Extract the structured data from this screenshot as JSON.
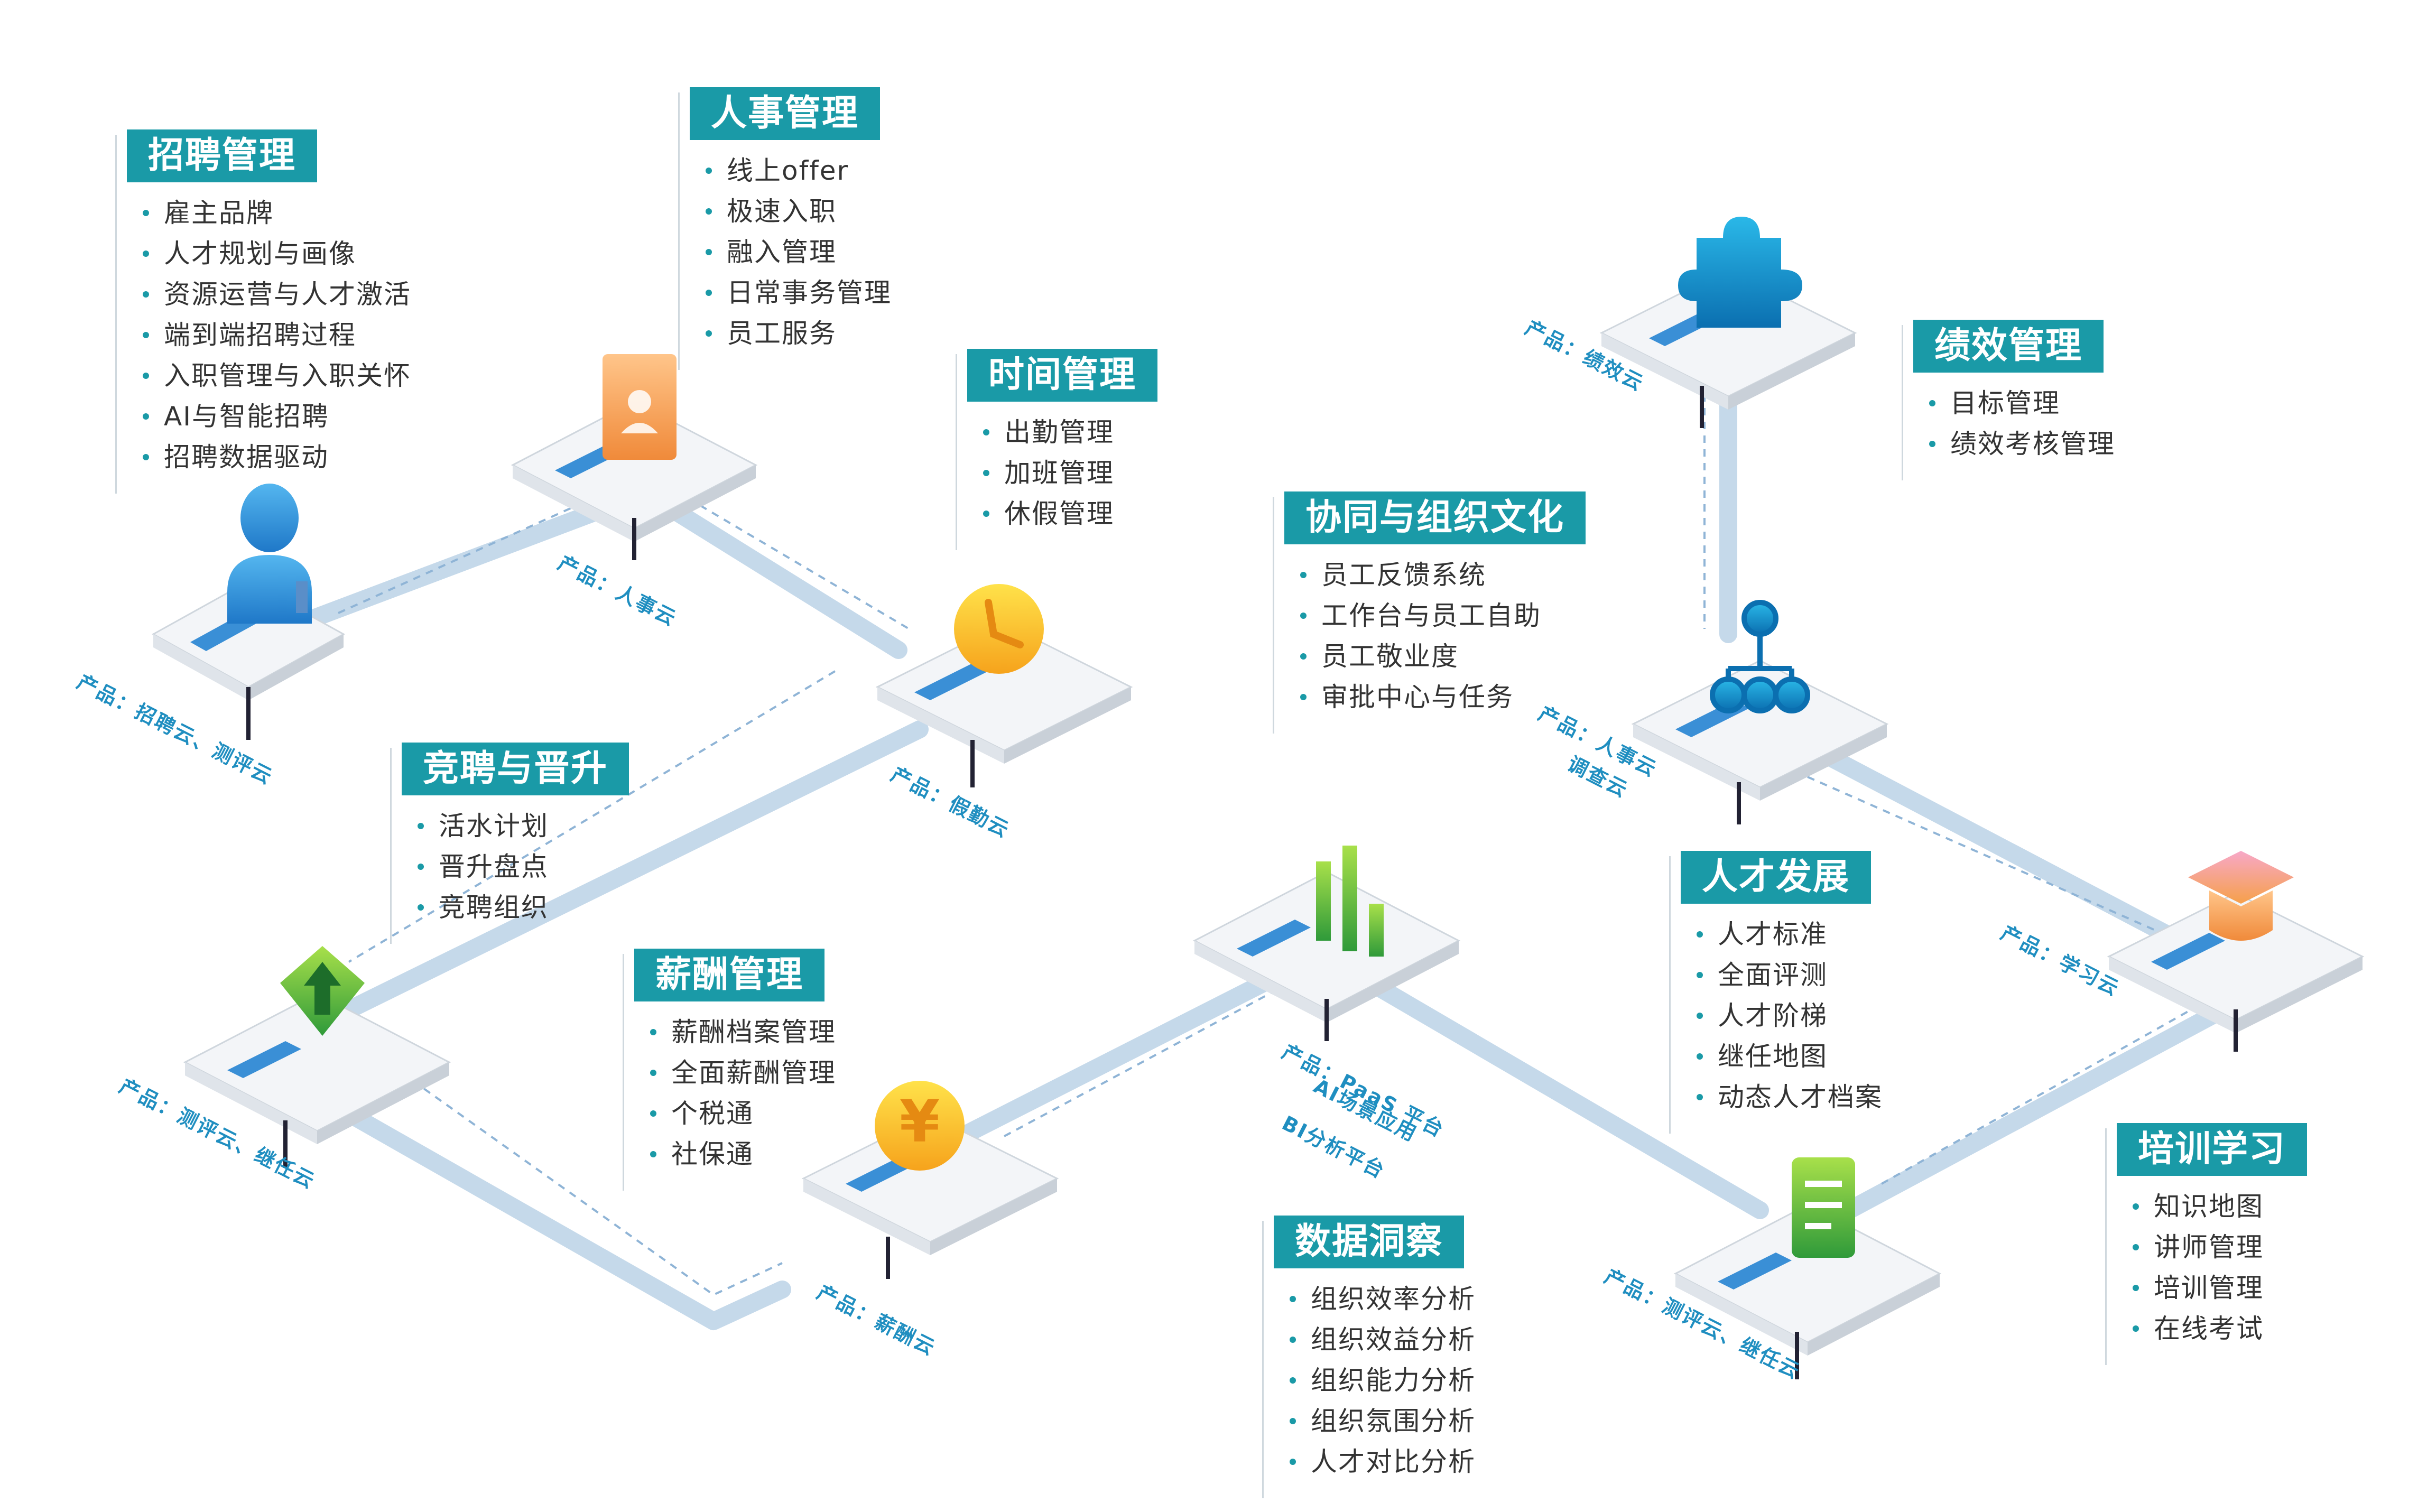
{
  "colors": {
    "accent": "#1a9aa7",
    "product_label": "#1f8ec0",
    "path": "#c5d9ea"
  },
  "modules": {
    "recruit": {
      "title": "招聘管理",
      "items": [
        "雇主品牌",
        "人才规划与画像",
        "资源运营与人才激活",
        "端到端招聘过程",
        "入职管理与入职关怀",
        "AI与智能招聘",
        "招聘数据驱动"
      ],
      "product": "产品：招聘云、测评云",
      "icon": "person-bust-icon"
    },
    "hr": {
      "title": "人事管理",
      "items": [
        "线上offer",
        "极速入职",
        "融入管理",
        "日常事务管理",
        "员工服务"
      ],
      "product": "产品：人事云",
      "icon": "id-card-icon"
    },
    "time": {
      "title": "时间管理",
      "items": [
        "出勤管理",
        "加班管理",
        "休假管理"
      ],
      "product": "产品：假勤云",
      "icon": "clock-icon"
    },
    "promotion": {
      "title": "竞聘与晋升",
      "items": [
        "活水计划",
        "晋升盘点",
        "竞聘组织"
      ],
      "product": "产品：测评云、继任云",
      "icon": "up-arrow-icon"
    },
    "salary": {
      "title": "薪酬管理",
      "items": [
        "薪酬档案管理",
        "全面薪酬管理",
        "个税通",
        "社保通"
      ],
      "product": "产品：薪酬云",
      "icon": "yen-coin-icon"
    },
    "data": {
      "title": "数据洞察",
      "items": [
        "组织效率分析",
        "组织效益分析",
        "组织能力分析",
        "组织氛围分析",
        "人才对比分析"
      ],
      "product_lines": [
        "产品：PaaS 平台",
        "AI场景应用",
        "BI分析平台"
      ],
      "icon": "bar-chart-icon"
    },
    "culture": {
      "title": "协同与组织文化",
      "items": [
        "员工反馈系统",
        "工作台与员工自助",
        "员工敬业度",
        "审批中心与任务"
      ],
      "product_lines": [
        "产品：人事云",
        "调查云"
      ],
      "icon": "org-tree-icon"
    },
    "performance": {
      "title": "绩效管理",
      "items": [
        "目标管理",
        "绩效考核管理"
      ],
      "product": "产品：绩效云",
      "icon": "puzzle-icon"
    },
    "talent": {
      "title": "人才发展",
      "items": [
        "人才标准",
        "全面评测",
        "人才阶梯",
        "继任地图",
        "动态人才档案"
      ],
      "product": "产品：测评云、继任云",
      "icon": "document-icon"
    },
    "training": {
      "title": "培训学习",
      "items": [
        "知识地图",
        "讲师管理",
        "培训管理",
        "在线考试"
      ],
      "product": "产品：学习云",
      "icon": "graduation-cap-icon"
    }
  }
}
